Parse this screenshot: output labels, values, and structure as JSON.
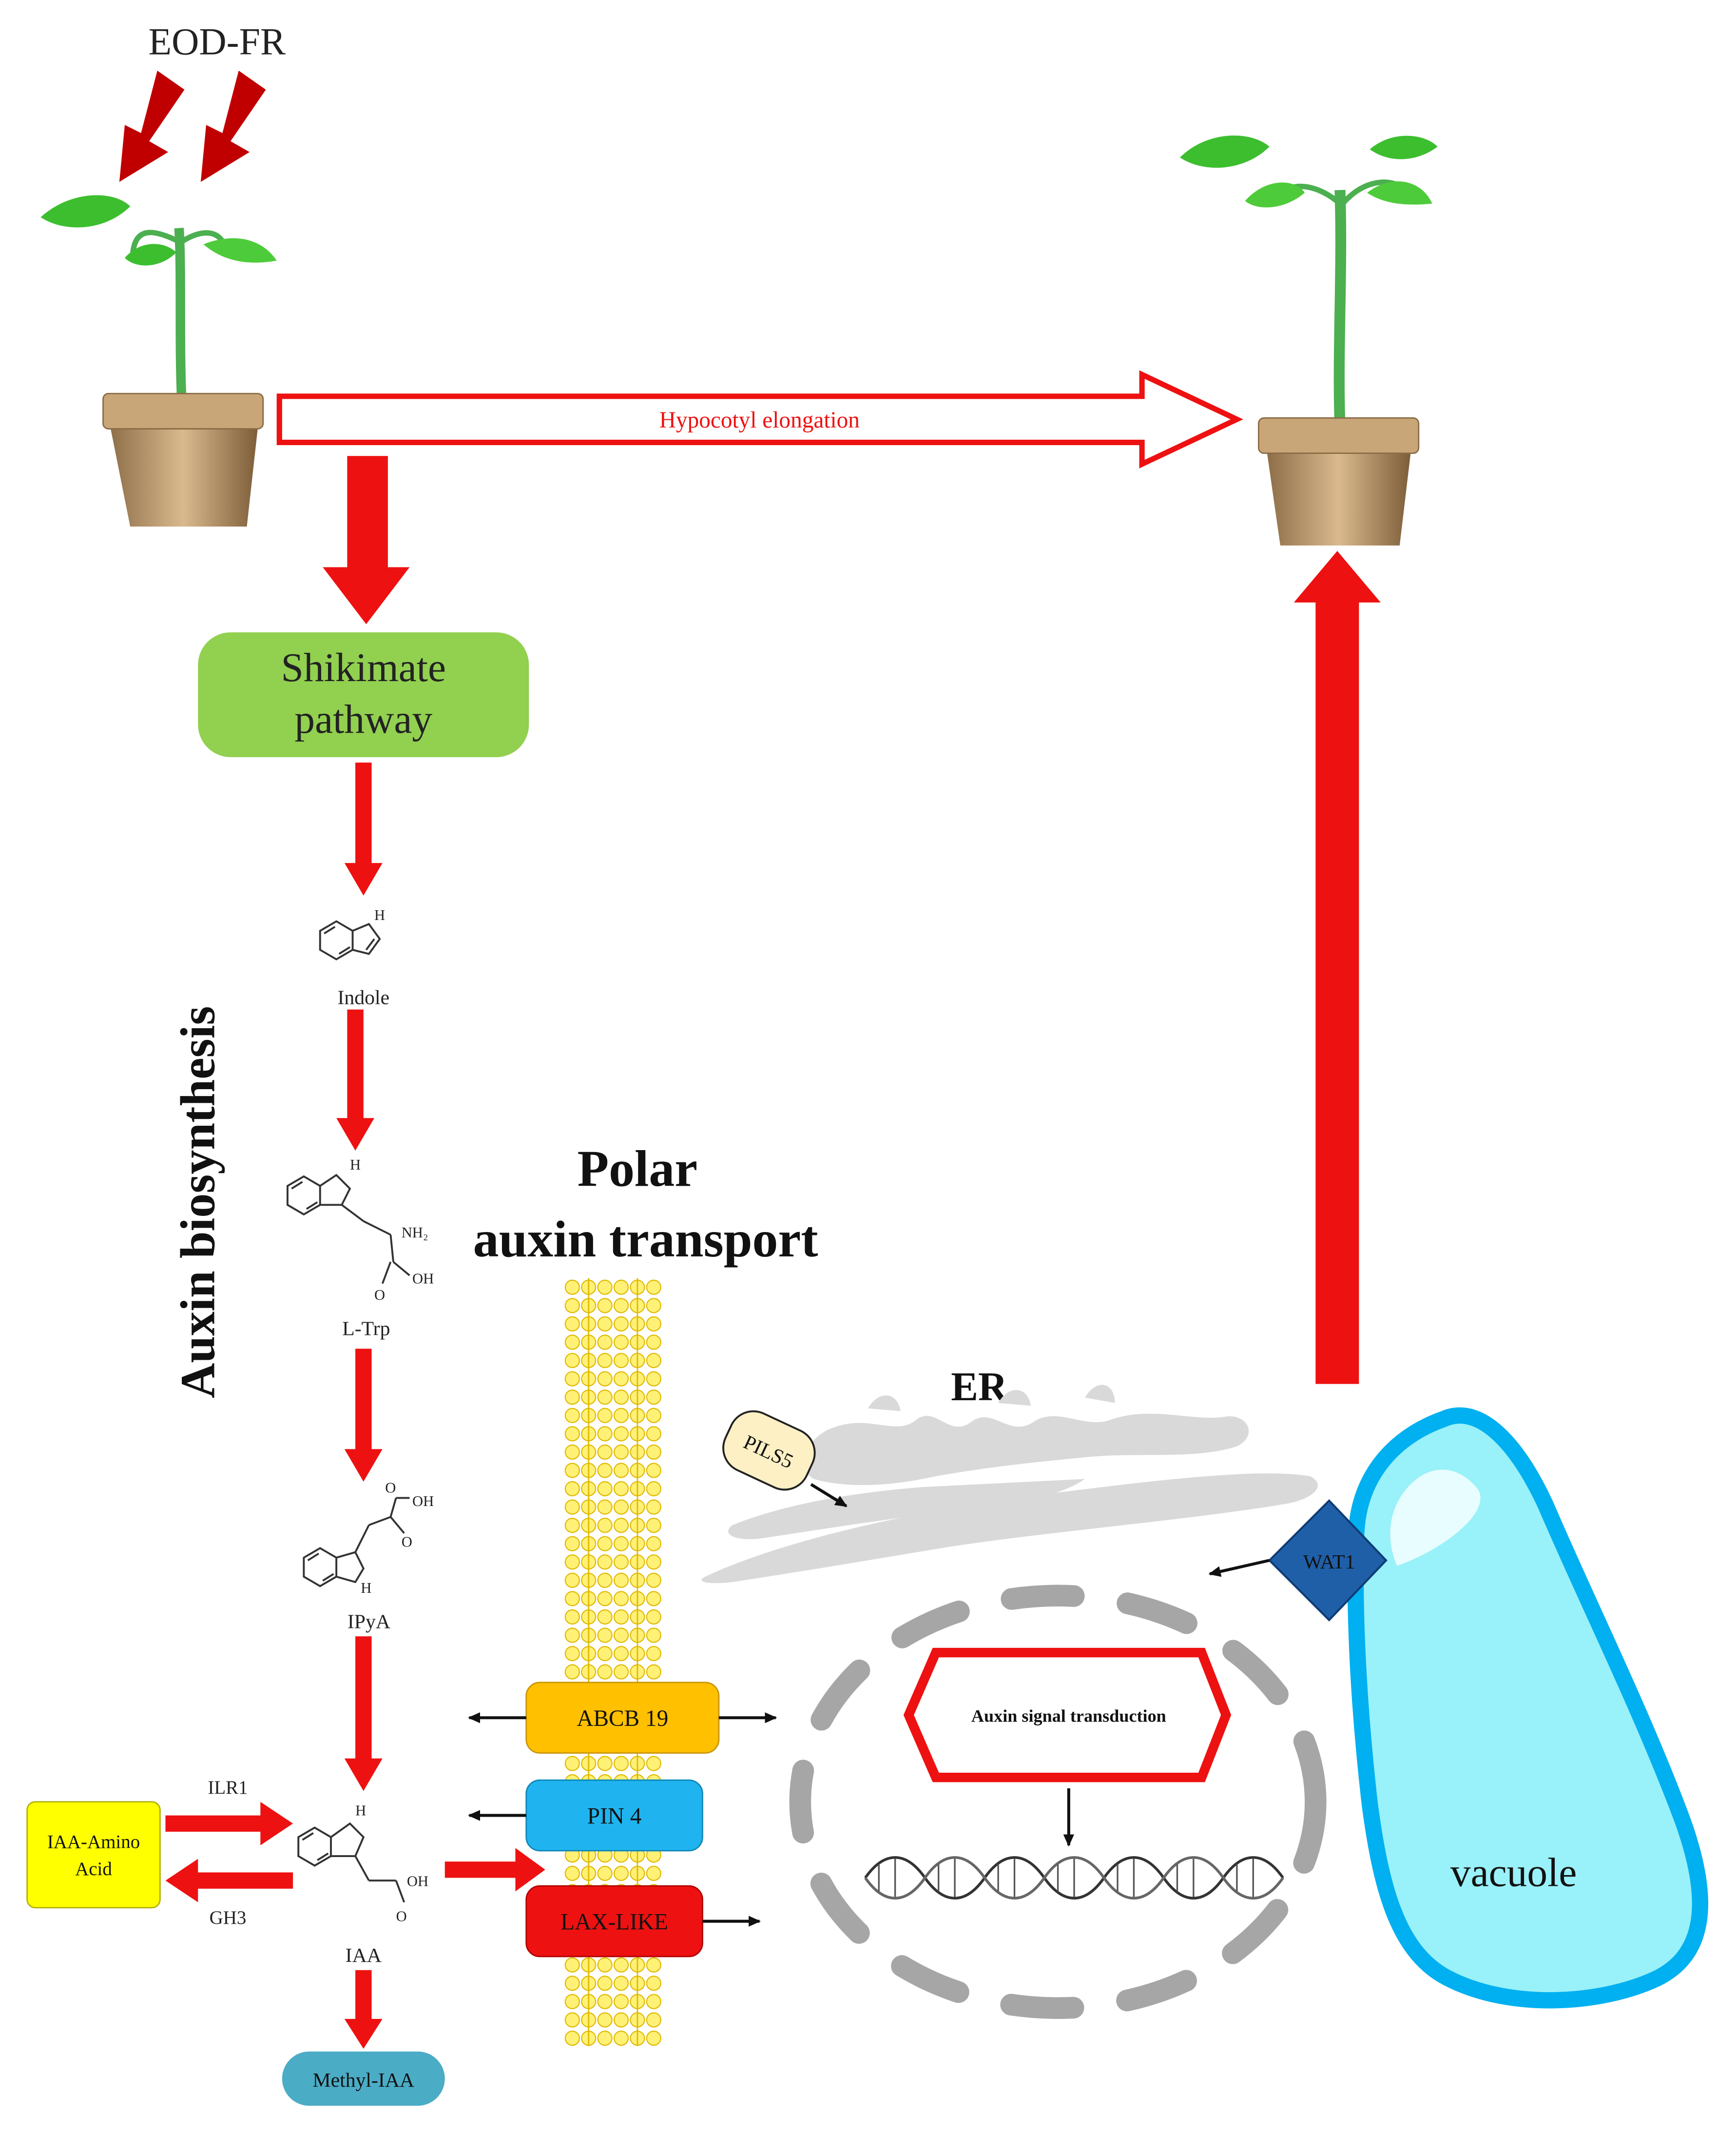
{
  "top_light_label": "EOD-FR",
  "elongation_label": "Hypocotyl elongation",
  "shikimate": {
    "line1": "Shikimate",
    "line2": "pathway"
  },
  "biosynthesis_title": "Auxin biosynthesis",
  "transport_title": {
    "line1": "Polar",
    "line2": "auxin transport"
  },
  "compounds": {
    "indole": "Indole",
    "ltrp": "L-Trp",
    "ipya": "IPyA",
    "iaa": "IAA",
    "methyl_iaa": "Methyl-IAA"
  },
  "conjugate": {
    "line1": "IAA-Amino",
    "line2": "Acid",
    "ilr1": "ILR1",
    "gh3": "GH3"
  },
  "transporters": {
    "abcb19": "ABCB 19",
    "pin4": "PIN 4",
    "lax": "LAX-LIKE"
  },
  "er_label": "ER",
  "pils5": "PILS5",
  "wat1": "WAT1",
  "signal": "Auxin signal transduction",
  "vacuole": "vacuole",
  "chem_labels": {
    "nh": "H",
    "nh2": "NH₂",
    "oh": "OH",
    "o": "O"
  },
  "colors": {
    "arrow_red": "#ee1111",
    "shikimate_green": "#92d050",
    "membrane_yellow": "#fff176",
    "abcb_orange": "#ffc000",
    "pin_blue": "#1fb4ef",
    "lax_red": "#ee1111",
    "amino_yellow": "#ffff00",
    "methyl_teal": "#4bacc6",
    "vacuole_fill": "#99f1f9",
    "vacuole_stroke": "#00b0f0",
    "wat1_blue": "#1f5fa8",
    "er_grey": "#d9d9d9",
    "pils_fill": "#fdf0c4"
  }
}
